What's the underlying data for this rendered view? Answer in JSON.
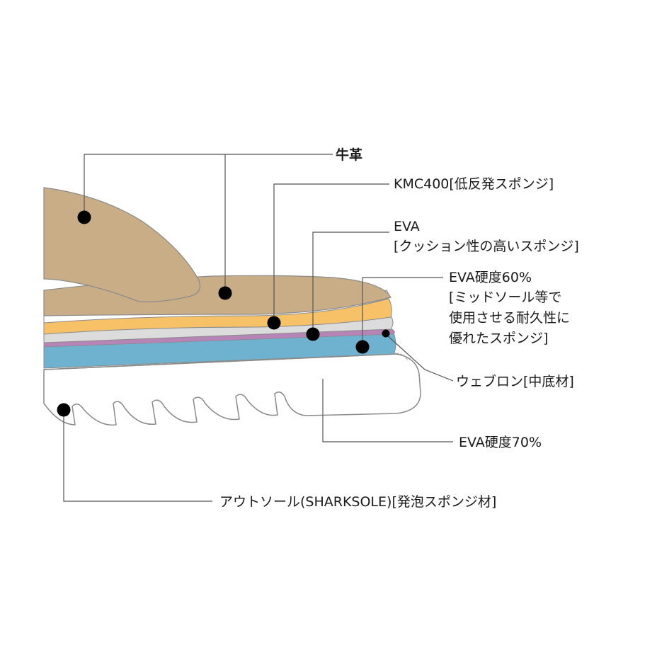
{
  "labels": {
    "leather": "牛革",
    "kmc400": "KMC400[低反発スポンジ]",
    "eva_line1": "EVA",
    "eva_line2": "[クッション性の高いスポンジ]",
    "eva60_line1": "EVA硬度60%",
    "eva60_line2": "[ミッドソール等で",
    "eva60_line3": "使用させる耐久性に",
    "eva60_line4": "優れたスポンジ]",
    "webron": "ウェブロン[中底材]",
    "eva70": "EVA硬度70%",
    "outsole": "アウトソール(SHARKSOLE)[発泡スポンジ材]"
  },
  "colors": {
    "leather": "#c8ad86",
    "kmc400": "#f6c167",
    "eva": "#dcdcdc",
    "eva60": "#6fb2cf",
    "webron": "#b784b8",
    "outline": "#8a8a8a"
  }
}
